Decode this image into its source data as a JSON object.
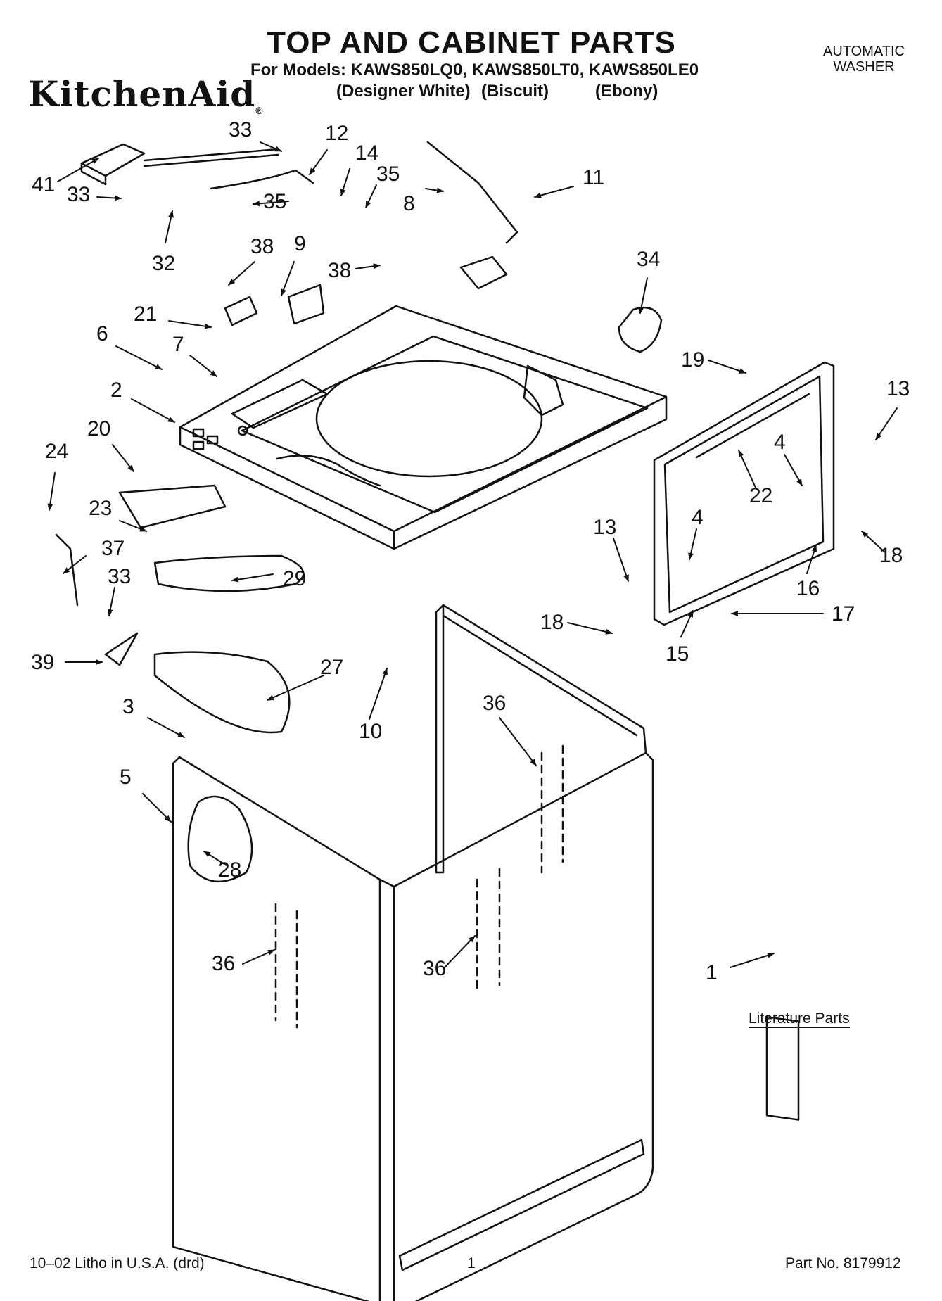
{
  "header": {
    "title": "TOP AND CABINET PARTS",
    "models": "For Models: KAWS850LQ0, KAWS850LT0, KAWS850LE0",
    "variants": [
      "(Designer White)",
      "(Biscuit)",
      "(Ebony)"
    ],
    "product_line1": "AUTOMATIC",
    "product_line2": "WASHER",
    "brand": "KitchenAid",
    "brand_mark": "®"
  },
  "callouts": {
    "c41": "41",
    "c33a": "33",
    "c33b": "33",
    "c32": "32",
    "c12": "12",
    "c14": "14",
    "c35a": "35",
    "c35b": "35",
    "c8": "8",
    "c11": "11",
    "c38a": "38",
    "c9": "9",
    "c38b": "38",
    "c34": "34",
    "c21": "21",
    "c6": "6",
    "c7": "7",
    "c19": "19",
    "c2": "2",
    "c13a": "13",
    "c20": "20",
    "c4a": "4",
    "c24": "24",
    "c22": "22",
    "c23": "23",
    "c18a": "18",
    "c13b": "13",
    "c4b": "4",
    "c37": "37",
    "c16": "16",
    "c33c": "33",
    "c29": "29",
    "c17": "17",
    "c18b": "18",
    "c15": "15",
    "c39": "39",
    "c27": "27",
    "c3": "3",
    "c10": "10",
    "c36a": "36",
    "c5": "5",
    "c28": "28",
    "c36b": "36",
    "c36c": "36",
    "c1": "1"
  },
  "literature_label": "Literature Parts",
  "footer": {
    "left": "10–02 Litho in U.S.A. (drd)",
    "center": "1",
    "right": "Part No. 8179912"
  }
}
